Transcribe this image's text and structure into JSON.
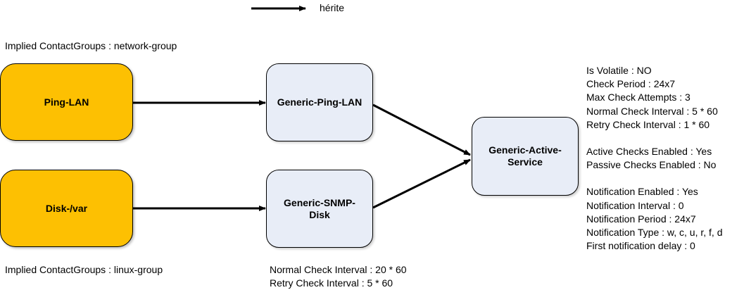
{
  "colors": {
    "leaf_fill": "#FDC002",
    "template_fill": "#E8EDF7",
    "stroke": "#000000"
  },
  "legend": {
    "label": "hérite"
  },
  "nodes": {
    "ping_lan": {
      "label": "Ping-LAN",
      "note": "Implied ContactGroups : network-group"
    },
    "disk_var": {
      "label": "Disk-/var",
      "note": "Implied ContactGroups : linux-group"
    },
    "generic_ping_lan": {
      "label": "Generic-Ping-LAN"
    },
    "generic_snmp_disk": {
      "label": "Generic-SNMP-Disk",
      "notes": [
        "Normal Check Interval : 20 * 60",
        "Retry Check Interval : 5 * 60"
      ]
    },
    "generic_active_service": {
      "label": "Generic-Active-Service",
      "groups": [
        [
          "Is Volatile : NO",
          "Check Period : 24x7",
          "Max Check Attempts : 3",
          "Normal Check Interval : 5 * 60",
          "Retry Check Interval : 1 * 60"
        ],
        [
          "Active Checks Enabled : Yes",
          "Passive Checks Enabled : No"
        ],
        [
          "Notification Enabled : Yes",
          "Notification Interval : 0",
          "Notification Period : 24x7",
          "Notification Type : w, c, u, r, f, d",
          "First notification delay : 0"
        ]
      ]
    }
  }
}
